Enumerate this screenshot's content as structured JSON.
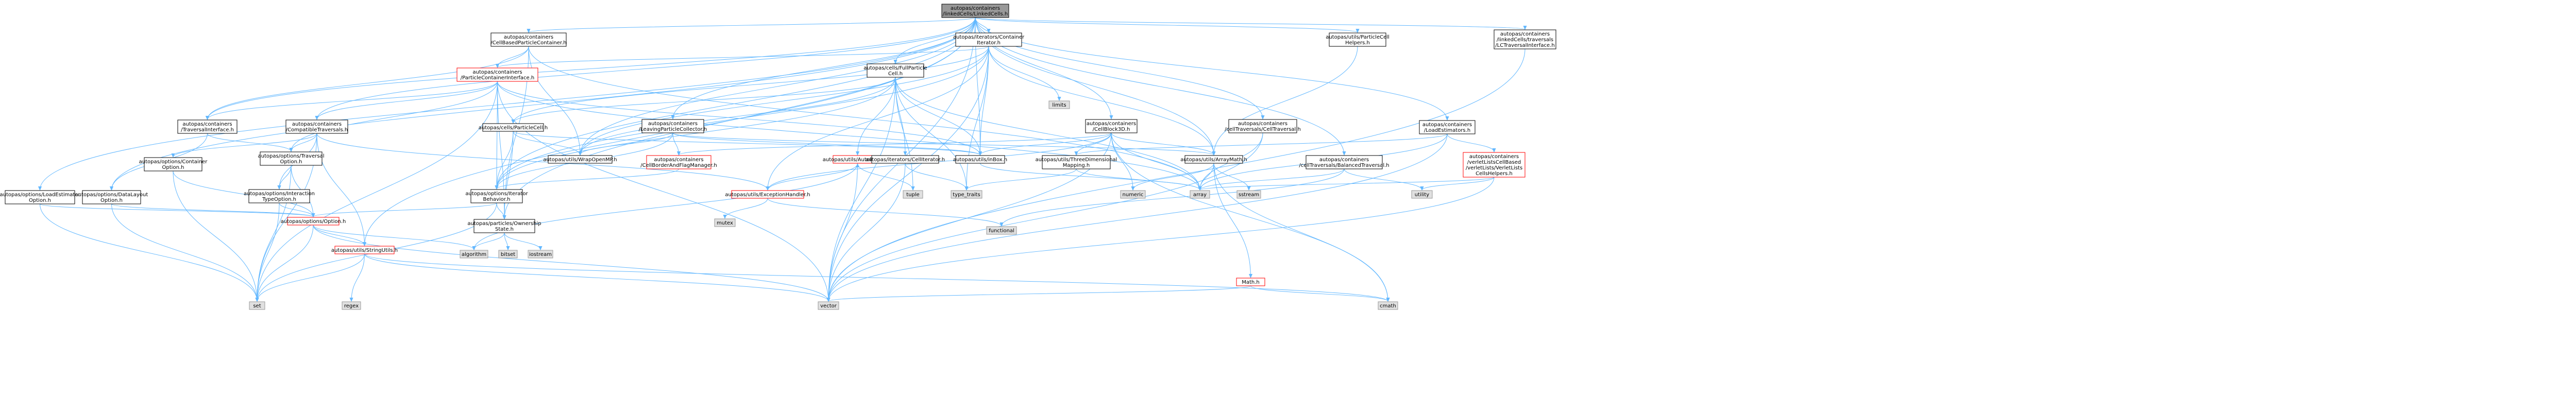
{
  "colors": {
    "root_fill": "#999999",
    "node_fill": "#ffffff",
    "node_stroke": "#000000",
    "missing_fill": "#e0e0e0",
    "missing_stroke": "#999999",
    "warning_stroke": "#ff0000",
    "warning_text": "#ff0000",
    "edge": "#63b8ff"
  },
  "nodes": [
    {
      "id": "root",
      "kind": "root",
      "lines": [
        "autopas/containers",
        "/linkedCells/LinkedCells.h"
      ]
    },
    {
      "id": "cbpc",
      "kind": "normal",
      "lines": [
        "autopas/containers",
        "/CellBasedParticleContainer.h"
      ]
    },
    {
      "id": "itercontainer",
      "kind": "normal",
      "lines": [
        "autopas/iterators/Container",
        "Iterator.h"
      ]
    },
    {
      "id": "particlecellhelpers",
      "kind": "normal",
      "lines": [
        "autopas/utils/ParticleCell",
        "Helpers.h"
      ]
    },
    {
      "id": "lctraversalinterface",
      "kind": "normal",
      "lines": [
        "autopas/containers",
        "/linkedCells/traversals",
        "/LCTraversalInterface.h"
      ]
    },
    {
      "id": "loadestimatoroption",
      "kind": "normal",
      "lines": [
        "autopas/options/LoadEstimator",
        "Option.h"
      ]
    },
    {
      "id": "datalayoutoption",
      "kind": "normal",
      "lines": [
        "autopas/options/DataLayout",
        "Option.h"
      ]
    },
    {
      "id": "traversalinterface",
      "kind": "normal",
      "lines": [
        "autopas/containers",
        "/TraversalInterface.h"
      ]
    },
    {
      "id": "pcinterface",
      "kind": "warning",
      "lines": [
        "autopas/containers",
        "/ParticleContainerInterface.h"
      ]
    },
    {
      "id": "compatibletraversals",
      "kind": "normal",
      "lines": [
        "autopas/containers",
        "/CompatibleTraversals.h"
      ]
    },
    {
      "id": "containeroption",
      "kind": "normal",
      "lines": [
        "autopas/options/Container",
        "Option.h"
      ]
    },
    {
      "id": "traversaloption",
      "kind": "normal",
      "lines": [
        "autopas/options/Traversal",
        "Option.h"
      ]
    },
    {
      "id": "interactiontypeoption",
      "kind": "normal",
      "lines": [
        "autopas/options/Interaction",
        "TypeOption.h"
      ]
    },
    {
      "id": "option",
      "kind": "warning",
      "lines": [
        "autopas/options/Option.h"
      ]
    },
    {
      "id": "particlecell",
      "kind": "normal",
      "lines": [
        "autopas/cells/ParticleCell.h"
      ]
    },
    {
      "id": "fullparticlecell",
      "kind": "normal",
      "lines": [
        "autopas/cells/FullParticle",
        "Cell.h"
      ]
    },
    {
      "id": "leavingcollector",
      "kind": "normal",
      "lines": [
        "autopas/containers",
        "/LeavingParticleCollector.h"
      ]
    },
    {
      "id": "cellborderflag",
      "kind": "warning",
      "lines": [
        "autopas/containers",
        "/CellBorderAndFlagManager.h"
      ]
    },
    {
      "id": "iteratorbehavior",
      "kind": "normal",
      "lines": [
        "autopas/options/Iterator",
        "Behavior.h"
      ]
    },
    {
      "id": "ownershipstate",
      "kind": "normal",
      "lines": [
        "autopas/particles/Ownership",
        "State.h"
      ]
    },
    {
      "id": "wrapopenmp",
      "kind": "normal",
      "lines": [
        "autopas/utils/WrapOpenMP.h"
      ]
    },
    {
      "id": "stringutils",
      "kind": "warning",
      "lines": [
        "autopas/utils/StringUtils.h"
      ]
    },
    {
      "id": "inbox",
      "kind": "normal",
      "lines": [
        "autopas/utils/inBox.h"
      ]
    },
    {
      "id": "exceptionhandler",
      "kind": "warning",
      "lines": [
        "autopas/utils/ExceptionHandler.h"
      ]
    },
    {
      "id": "autopaslog",
      "kind": "warning",
      "lines": [
        "autopas/utils/AutoPasLog.h"
      ]
    },
    {
      "id": "celliterator",
      "kind": "normal",
      "lines": [
        "autopas/iterators/CellIterator.h"
      ]
    },
    {
      "id": "cellblock3d",
      "kind": "normal",
      "lines": [
        "autopas/containers",
        "/CellBlock3D.h"
      ]
    },
    {
      "id": "threedim",
      "kind": "normal",
      "lines": [
        "autopas/utils/ThreeDimensional",
        "Mapping.h"
      ]
    },
    {
      "id": "celltraversal",
      "kind": "normal",
      "lines": [
        "autopas/containers",
        "/cellTraversals/CellTraversal.h"
      ]
    },
    {
      "id": "arraymath",
      "kind": "normal",
      "lines": [
        "autopas/utils/ArrayMath.h"
      ]
    },
    {
      "id": "loadestimators",
      "kind": "normal",
      "lines": [
        "autopas/containers",
        "/LoadEstimators.h"
      ]
    },
    {
      "id": "cbalanced",
      "kind": "normal",
      "lines": [
        "autopas/containers",
        "/cellTraversals/BalancedTraversal.h"
      ]
    },
    {
      "id": "vlcellhelpers",
      "kind": "warning",
      "lines": [
        "autopas/containers",
        "/verletListsCellBased",
        "/verletLists/VerletLists",
        "CellsHelpers.h"
      ]
    },
    {
      "id": "math",
      "kind": "warning",
      "lines": [
        "Math.h"
      ]
    },
    {
      "id": "limits",
      "kind": "missing",
      "lines": [
        "limits"
      ]
    },
    {
      "id": "set",
      "kind": "missing",
      "lines": [
        "set"
      ]
    },
    {
      "id": "regex",
      "kind": "missing",
      "lines": [
        "regex"
      ]
    },
    {
      "id": "vector",
      "kind": "missing",
      "lines": [
        "vector"
      ]
    },
    {
      "id": "algorithm",
      "kind": "missing",
      "lines": [
        "algorithm"
      ]
    },
    {
      "id": "bitset",
      "kind": "missing",
      "lines": [
        "bitset"
      ]
    },
    {
      "id": "iostream",
      "kind": "missing",
      "lines": [
        "iostream"
      ]
    },
    {
      "id": "mutex",
      "kind": "missing",
      "lines": [
        "mutex"
      ]
    },
    {
      "id": "tuple",
      "kind": "missing",
      "lines": [
        "tuple"
      ]
    },
    {
      "id": "type_traits",
      "kind": "missing",
      "lines": [
        "type_traits"
      ]
    },
    {
      "id": "functional",
      "kind": "missing",
      "lines": [
        "functional"
      ]
    },
    {
      "id": "numeric",
      "kind": "missing",
      "lines": [
        "numeric"
      ]
    },
    {
      "id": "array",
      "kind": "missing",
      "lines": [
        "array"
      ]
    },
    {
      "id": "sstream",
      "kind": "missing",
      "lines": [
        "sstream"
      ]
    },
    {
      "id": "utility",
      "kind": "missing",
      "lines": [
        "utility"
      ]
    },
    {
      "id": "cmath",
      "kind": "missing",
      "lines": [
        "cmath"
      ]
    }
  ],
  "edges": [
    [
      "root",
      "cbpc"
    ],
    [
      "root",
      "itercontainer"
    ],
    [
      "root",
      "particlecellhelpers"
    ],
    [
      "root",
      "lctraversalinterface"
    ],
    [
      "root",
      "loadestimatoroption"
    ],
    [
      "root",
      "datalayoutoption"
    ],
    [
      "root",
      "traversalinterface"
    ],
    [
      "root",
      "compatibletraversals"
    ],
    [
      "root",
      "fullparticlecell"
    ],
    [
      "root",
      "leavingcollector"
    ],
    [
      "root",
      "cellblock3d"
    ],
    [
      "root",
      "celltraversal"
    ],
    [
      "root",
      "arraymath"
    ],
    [
      "root",
      "loadestimators"
    ],
    [
      "root",
      "cbalanced"
    ],
    [
      "root",
      "stringutils"
    ],
    [
      "root",
      "wrapopenmp"
    ],
    [
      "root",
      "inbox"
    ],
    [
      "root",
      "ownershipstate"
    ],
    [
      "root",
      "iteratorbehavior"
    ],
    [
      "root",
      "vector"
    ],
    [
      "cbpc",
      "pcinterface"
    ],
    [
      "cbpc",
      "traversalinterface"
    ],
    [
      "cbpc",
      "wrapopenmp"
    ],
    [
      "cbpc",
      "ownershipstate"
    ],
    [
      "cbpc",
      "array"
    ],
    [
      "itercontainer",
      "pcinterface"
    ],
    [
      "itercontainer",
      "particlecell"
    ],
    [
      "itercontainer",
      "iteratorbehavior"
    ],
    [
      "itercontainer",
      "limits"
    ],
    [
      "itercontainer",
      "inbox"
    ],
    [
      "itercontainer",
      "exceptionhandler"
    ],
    [
      "itercontainer",
      "wrapopenmp"
    ],
    [
      "itercontainer",
      "arraymath"
    ],
    [
      "itercontainer",
      "type_traits"
    ],
    [
      "itercontainer",
      "vector"
    ],
    [
      "particlecellhelpers",
      "arraymath"
    ],
    [
      "lctraversalinterface",
      "vector"
    ],
    [
      "loadestimatoroption",
      "option"
    ],
    [
      "loadestimatoroption",
      "set"
    ],
    [
      "datalayoutoption",
      "option"
    ],
    [
      "datalayoutoption",
      "set"
    ],
    [
      "traversalinterface",
      "datalayoutoption"
    ],
    [
      "traversalinterface",
      "traversaloption"
    ],
    [
      "pcinterface",
      "compatibletraversals"
    ],
    [
      "pcinterface",
      "traversaloption"
    ],
    [
      "pcinterface",
      "iteratorbehavior"
    ],
    [
      "pcinterface",
      "traversalinterface"
    ],
    [
      "pcinterface",
      "inbox"
    ],
    [
      "pcinterface",
      "set"
    ],
    [
      "pcinterface",
      "vector"
    ],
    [
      "pcinterface",
      "ownershipstate"
    ],
    [
      "pcinterface",
      "array"
    ],
    [
      "compatibletraversals",
      "containeroption"
    ],
    [
      "compatibletraversals",
      "traversaloption"
    ],
    [
      "compatibletraversals",
      "interactiontypeoption"
    ],
    [
      "compatibletraversals",
      "stringutils"
    ],
    [
      "compatibletraversals",
      "exceptionhandler"
    ],
    [
      "compatibletraversals",
      "set"
    ],
    [
      "containeroption",
      "option"
    ],
    [
      "containeroption",
      "set"
    ],
    [
      "traversaloption",
      "option"
    ],
    [
      "traversaloption",
      "interactiontypeoption"
    ],
    [
      "traversaloption",
      "set"
    ],
    [
      "interactiontypeoption",
      "option"
    ],
    [
      "interactiontypeoption",
      "set"
    ],
    [
      "option",
      "stringutils"
    ],
    [
      "option",
      "set"
    ],
    [
      "option",
      "vector"
    ],
    [
      "option",
      "algorithm"
    ],
    [
      "particlecell",
      "iteratorbehavior"
    ],
    [
      "particlecell",
      "ownershipstate"
    ],
    [
      "particlecell",
      "wrapopenmp"
    ],
    [
      "particlecell",
      "inbox"
    ],
    [
      "fullparticlecell",
      "particlecell"
    ],
    [
      "fullparticlecell",
      "celliterator"
    ],
    [
      "fullparticlecell",
      "autopaslog"
    ],
    [
      "fullparticlecell",
      "iteratorbehavior"
    ],
    [
      "fullparticlecell",
      "inbox"
    ],
    [
      "fullparticlecell",
      "wrapopenmp"
    ],
    [
      "fullparticlecell",
      "type_traits"
    ],
    [
      "fullparticlecell",
      "vector"
    ],
    [
      "fullparticlecell",
      "array"
    ],
    [
      "fullparticlecell",
      "tuple"
    ],
    [
      "leavingcollector",
      "cellborderflag"
    ],
    [
      "leavingcollector",
      "iteratorbehavior"
    ],
    [
      "leavingcollector",
      "arraymath"
    ],
    [
      "leavingcollector",
      "wrapopenmp"
    ],
    [
      "leavingcollector",
      "inbox"
    ],
    [
      "cellborderflag",
      "iteratorbehavior"
    ],
    [
      "iteratorbehavior",
      "option"
    ],
    [
      "iteratorbehavior",
      "ownershipstate"
    ],
    [
      "iteratorbehavior",
      "set"
    ],
    [
      "ownershipstate",
      "bitset"
    ],
    [
      "ownershipstate",
      "iostream"
    ],
    [
      "ownershipstate",
      "algorithm"
    ],
    [
      "stringutils",
      "set"
    ],
    [
      "stringutils",
      "regex"
    ],
    [
      "stringutils",
      "vector"
    ],
    [
      "stringutils",
      "cmath"
    ],
    [
      "inbox",
      "array"
    ],
    [
      "exceptionhandler",
      "mutex"
    ],
    [
      "exceptionhandler",
      "functional"
    ],
    [
      "exceptionhandler",
      "autopaslog"
    ],
    [
      "autopaslog",
      "algorithm"
    ],
    [
      "autopaslog",
      "tuple"
    ],
    [
      "autopaslog",
      "vector"
    ],
    [
      "celliterator",
      "type_traits"
    ],
    [
      "celliterator",
      "vector"
    ],
    [
      "cellblock3d",
      "arraymath"
    ],
    [
      "cellblock3d",
      "threedim"
    ],
    [
      "cellblock3d",
      "inbox"
    ],
    [
      "cellblock3d",
      "cellborderflag"
    ],
    [
      "cellblock3d",
      "exceptionhandler"
    ],
    [
      "cellblock3d",
      "array"
    ],
    [
      "cellblock3d",
      "vector"
    ],
    [
      "cellblock3d",
      "numeric"
    ],
    [
      "cellblock3d",
      "cmath"
    ],
    [
      "threedim",
      "array"
    ],
    [
      "threedim",
      "type_traits"
    ],
    [
      "celltraversal",
      "array"
    ],
    [
      "celltraversal",
      "vector"
    ],
    [
      "arraymath",
      "array"
    ],
    [
      "arraymath",
      "cmath"
    ],
    [
      "arraymath",
      "numeric"
    ],
    [
      "arraymath",
      "sstream"
    ],
    [
      "arraymath",
      "math"
    ],
    [
      "math",
      "cmath"
    ],
    [
      "math",
      "vector"
    ],
    [
      "loadestimators",
      "threedim"
    ],
    [
      "loadestimators",
      "vlcellhelpers"
    ],
    [
      "loadestimators",
      "array"
    ],
    [
      "loadestimators",
      "vector"
    ],
    [
      "cbalanced",
      "functional"
    ],
    [
      "cbalanced",
      "utility"
    ],
    [
      "cbalanced",
      "array"
    ],
    [
      "vlcellhelpers",
      "array"
    ],
    [
      "vlcellhelpers",
      "utility"
    ],
    [
      "vlcellhelpers",
      "vector"
    ]
  ]
}
